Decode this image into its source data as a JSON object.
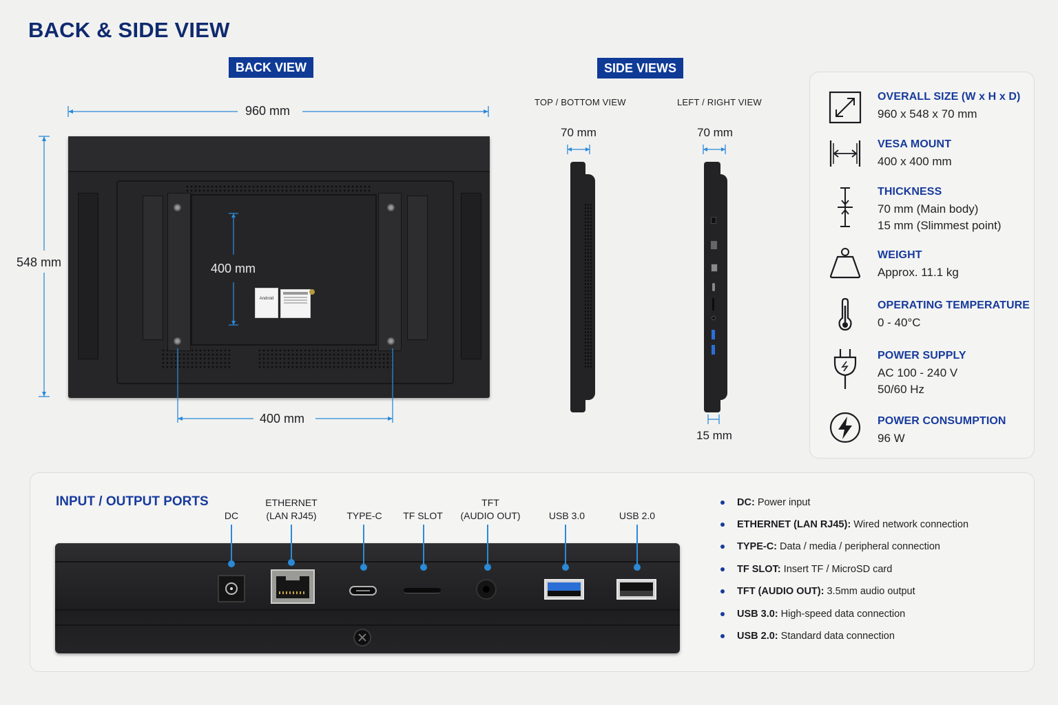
{
  "page": {
    "title": "BACK & SIDE VIEW"
  },
  "back_view": {
    "tag": "BACK VIEW",
    "width_label": "960 mm",
    "height_label": "548 mm",
    "vesa_vertical_label": "400 mm",
    "vesa_horizontal_label": "400 mm",
    "sticker_brand": "Android"
  },
  "side_views": {
    "tag": "SIDE VIEWS",
    "top_bottom": {
      "title": "TOP / BOTTOM VIEW",
      "depth_label": "70 mm"
    },
    "left_right": {
      "title": "LEFT / RIGHT VIEW",
      "depth_label": "70 mm",
      "slim_label": "15 mm"
    }
  },
  "specs": [
    {
      "icon": "diagonal-arrow-icon",
      "title": "OVERALL SIZE (W x H x D)",
      "values": [
        "960 x 548 x 70 mm"
      ]
    },
    {
      "icon": "vesa-mount-icon",
      "title": "VESA MOUNT",
      "values": [
        "400 x 400 mm"
      ]
    },
    {
      "icon": "thickness-icon",
      "title": "THICKNESS",
      "values": [
        "70 mm (Main body)",
        "15 mm (Slimmest point)"
      ]
    },
    {
      "icon": "weight-icon",
      "title": "WEIGHT",
      "values": [
        "Approx. 11.1 kg"
      ]
    },
    {
      "icon": "thermometer-icon",
      "title": "OPERATING TEMPERATURE",
      "values": [
        "0 - 40°C"
      ]
    },
    {
      "icon": "power-plug-icon",
      "title": "POWER SUPPLY",
      "values": [
        "AC 100 - 240 V",
        "50/60 Hz"
      ]
    },
    {
      "icon": "lightning-icon",
      "title": "POWER CONSUMPTION",
      "values": [
        "96 W"
      ]
    }
  ],
  "ports": {
    "title": "INPUT / OUTPUT PORTS",
    "items": [
      {
        "label": "DC"
      },
      {
        "label": "ETHERNET\n(LAN RJ45)"
      },
      {
        "label": "TYPE-C"
      },
      {
        "label": "TF SLOT"
      },
      {
        "label": "TFT\n(AUDIO OUT)"
      },
      {
        "label": "USB 3.0"
      },
      {
        "label": "USB 2.0"
      }
    ],
    "descriptions": [
      {
        "name": "DC:",
        "text": "Power input"
      },
      {
        "name": "ETHERNET (LAN RJ45):",
        "text": "Wired network connection"
      },
      {
        "name": "TYPE-C:",
        "text": "Data / media / peripheral connection"
      },
      {
        "name": "TF SLOT:",
        "text": "Insert TF / MicroSD card"
      },
      {
        "name": "TFT (AUDIO OUT):",
        "text": "3.5mm audio output"
      },
      {
        "name": "USB 3.0:",
        "text": "High-speed data connection"
      },
      {
        "name": "USB 2.0:",
        "text": "Standard data connection"
      }
    ]
  },
  "colors": {
    "accent": "#173b9c",
    "dimension_line": "#2b8ad8",
    "tag_bg": "#0f3a96",
    "device": "#262628"
  }
}
